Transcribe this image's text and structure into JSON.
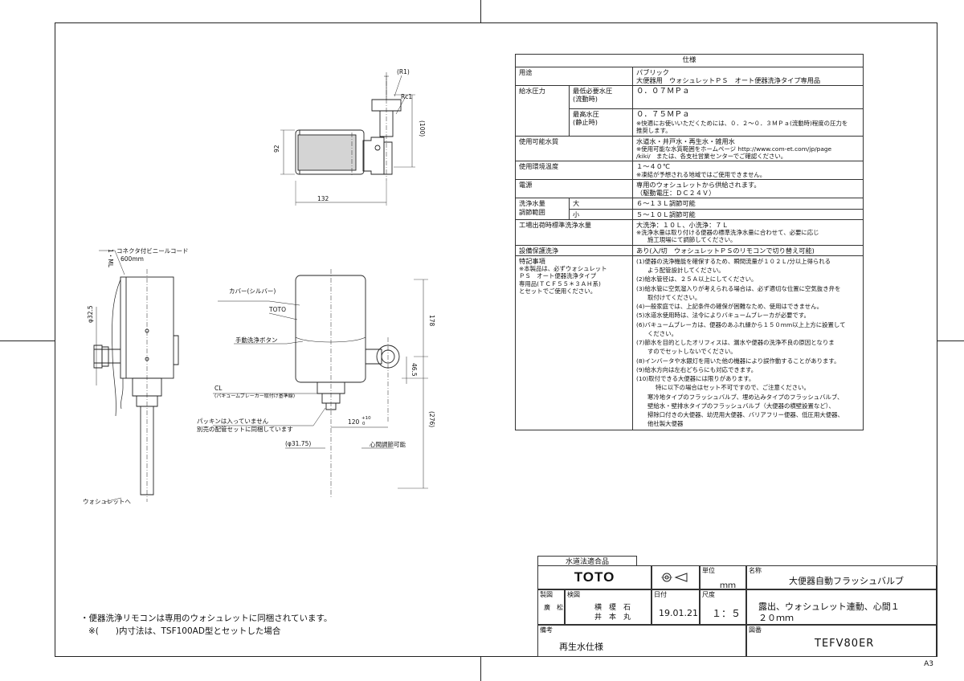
{
  "page_size": "A3",
  "spec_table": {
    "header": "仕様",
    "rows": [
      {
        "label": "用途",
        "values": [
          "パブリック",
          "大便器用　ウォシュレットＰＳ　オート便器洗浄タイプ専用品"
        ]
      },
      {
        "label": "給水圧力",
        "sub": [
          {
            "label": "最低必要水圧\n(流動時)",
            "value": "０．０７ＭＰａ"
          },
          {
            "label": "最高水圧\n(静止時)",
            "value": "０．７５ＭＰａ",
            "note": "※快適にお使いいただくためには、０．２～０．３ＭＰａ(流動時)程度の圧力を\n推奨します。"
          }
        ]
      },
      {
        "label": "使用可能水質",
        "values": [
          "水道水・井戸水・再生水・雑用水",
          "※使用可能な水質範囲をホームページ http://www.com-et.com/jp/page",
          "/kiki/　または、各支社営業センターでご確認ください。"
        ]
      },
      {
        "label": "使用環境温度",
        "values": [
          "１～４０℃",
          "※凍結が予想される地域ではご使用できません。"
        ]
      },
      {
        "label": "電源",
        "values": [
          "専用のウォシュレットから供給されます。",
          "（駆動電圧：ＤＣ２４Ｖ）"
        ]
      },
      {
        "label_lines": [
          "洗浄水量",
          "調節範囲"
        ],
        "sub": [
          {
            "label": "大",
            "value": "６～１３Ｌ調節可能"
          },
          {
            "label": "小",
            "value": "５～１０Ｌ調節可能"
          }
        ]
      },
      {
        "label": "工場出荷時標準洗浄水量",
        "values": [
          "大洗浄：１０Ｌ、小洗浄：７Ｌ",
          "※洗浄水量は取り付ける便器の標準洗浄水量に合わせて、必要に応じ",
          "施工現場にて調節してください。"
        ]
      },
      {
        "label": "設備保護洗浄",
        "values": [
          "あり(入/切　ウォシュレットＰＳのリモコンで切り替え可能)"
        ]
      },
      {
        "label": "特記事項",
        "remark": "※本製品は、必ずウォシュレット\nＰＳ　オート便器洗浄タイプ\n専用品(ＴＣＦ５５＊３ＡＨ系)\nとセットでご使用ください。",
        "items": [
          "(1)便器の洗浄機能を確保するため、瞬間流量が１０２Ｌ/分以上得られる",
          "よう配管設計してください。",
          "(2)給水管径は、２５Ａ以上にしてください。",
          "(3)給水管に空気溜入りが考えられる場合は、必ず適切な位置に空気抜き弁を",
          "取付けてください。",
          "(4)一般家庭では、上記条件の確保が困難なため、使用はできません。",
          "(5)水道水使用時は、法令によりバキュームブレーカが必要です。",
          "(6)バキュームブレーカは、便器のあふれ縁から１５０mm以上上方に設置して",
          "ください。",
          "(7)節水を目的としたオリフィスは、漏水や便器の洗浄不良の原因となりま",
          "すのでセットしないでください。",
          "(8)インバータや水銀灯を用いた他の機器により誤作動することがあります。",
          "(9)給水方向は左右どちらにも対応できます。",
          "(10)取付できる大便器には限りがあります。",
          "特に以下の場合はセット不可ですので、ご注意ください。",
          "寒冷地タイプのフラッシュバルブ、埋め込みタイプのフラッシュバルブ、",
          "壁給水・壁排水タイプのフラッシュバルブ（大便器の横壁設置など）、",
          "掃除口付きの大便器、幼児用大便器、バリアフリー便器、低圧用大便器、",
          "他社製大便器"
        ]
      }
    ]
  },
  "drawing": {
    "top_view": {
      "dims": [
        "(R1)",
        "Rc1",
        "(100)",
        "92",
        "132"
      ]
    },
    "front_view": {
      "labels": [
        "コネクタ付ビニールコード",
        "600mm",
        "カバー(シルバー)",
        "TOTO",
        "手動洗浄ボタン",
        "CL",
        "(バキュームブレーカー取付け基準線)",
        "パッキンは入っていません",
        "別売の配管セットに同梱しています",
        "ウォシュレットへ",
        "心間調節可能"
      ],
      "dims": [
        "1・ML",
        "φ32.5",
        "178",
        "46.5",
        "(276)",
        "(φ31.75)",
        "120",
        "+10",
        "0"
      ]
    }
  },
  "notes": [
    "・便器洗浄リモコンは専用のウォシュレットに同梱されています。",
    "※(　　)内寸法は、TSF100AD型とセットした場合"
  ],
  "title_block": {
    "stamp": "水道法適合品",
    "logo": "TOTO",
    "unit_label": "単位",
    "unit": "ｍｍ",
    "name_label": "名称",
    "name": "大便器自動フラッシュバルブ",
    "drafted_label": "製図",
    "drafted": "廣　松",
    "checked_label": "検図",
    "checked": [
      "横　榎　石",
      "井　本　丸"
    ],
    "date_label": "日付",
    "date": "19.01.21",
    "scale_label": "尺度",
    "scale": "１：５",
    "description": [
      "露出、ウォシュレット連動、心間１",
      "２０ｍｍ"
    ],
    "remarks_label": "備考",
    "remarks": "再生水仕様",
    "drawing_no_label": "図番",
    "drawing_no": "TEFV80ER"
  }
}
